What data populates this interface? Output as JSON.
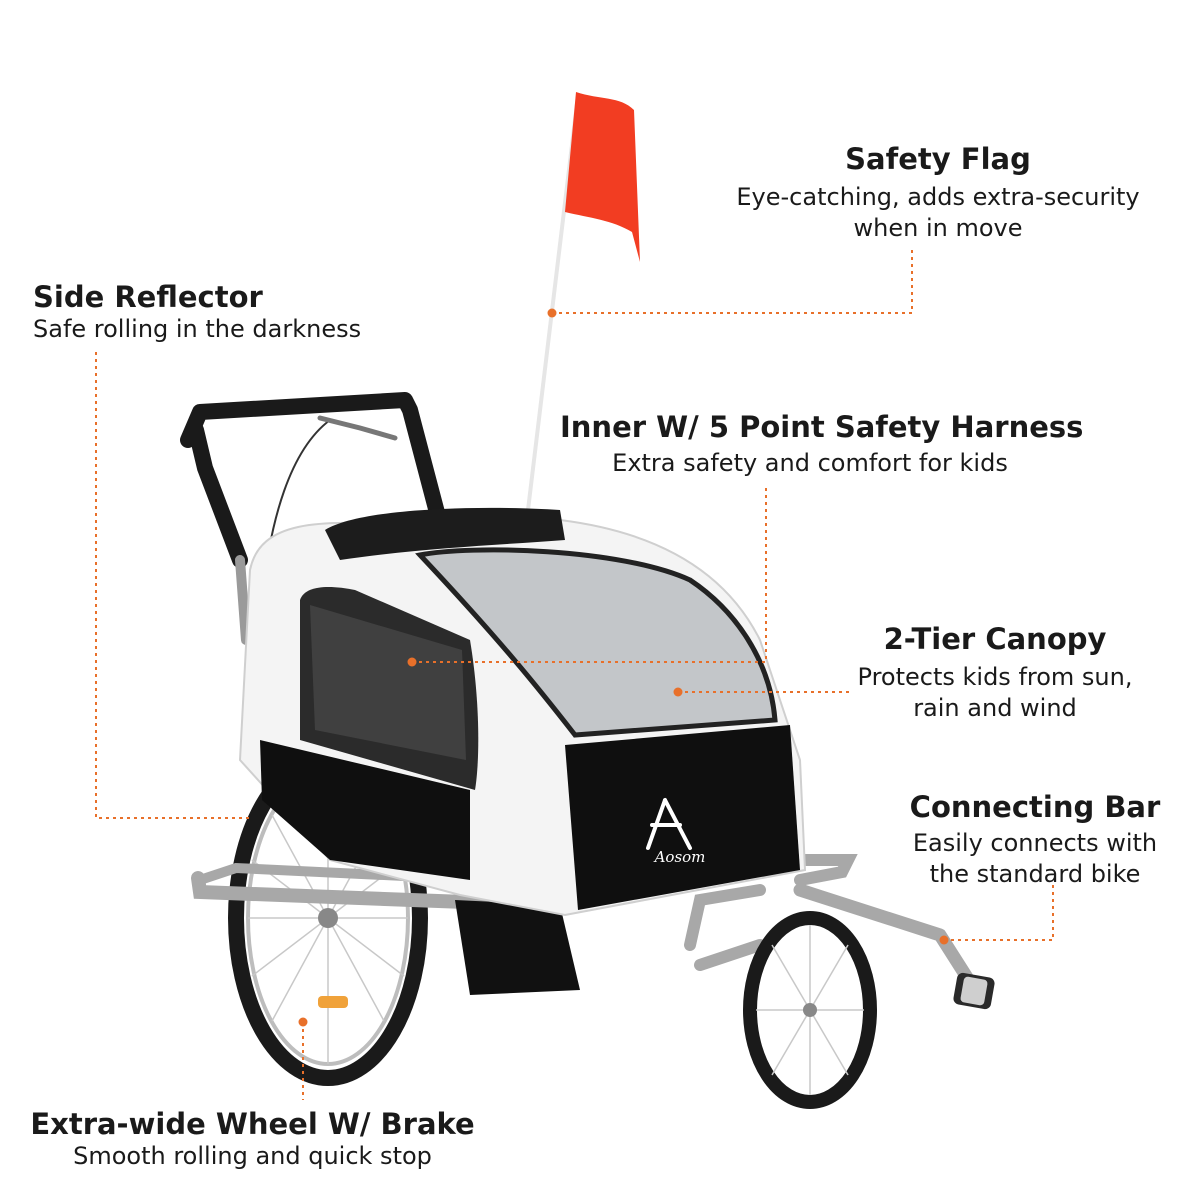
{
  "accent_color": "#e8702a",
  "logo_text": "Aosom",
  "callouts": {
    "safety_flag": {
      "title": "Safety Flag",
      "desc_line1": "Eye-catching, adds extra-security",
      "desc_line2": "when in move"
    },
    "side_reflector": {
      "title": "Side Reflector",
      "desc_line1": "Safe rolling in the darkness"
    },
    "harness": {
      "title": "Inner W/ 5 Point Safety Harness",
      "desc_line1": "Extra safety and comfort for kids"
    },
    "canopy": {
      "title": "2-Tier Canopy",
      "desc_line1": "Protects kids from sun,",
      "desc_line2": "rain and wind"
    },
    "connecting_bar": {
      "title": "Connecting Bar",
      "desc_line1": "Easily connects with",
      "desc_line2": "the standard bike"
    },
    "wheel": {
      "title": "Extra-wide Wheel W/ Brake",
      "desc_line1": "Smooth rolling and quick stop"
    }
  }
}
